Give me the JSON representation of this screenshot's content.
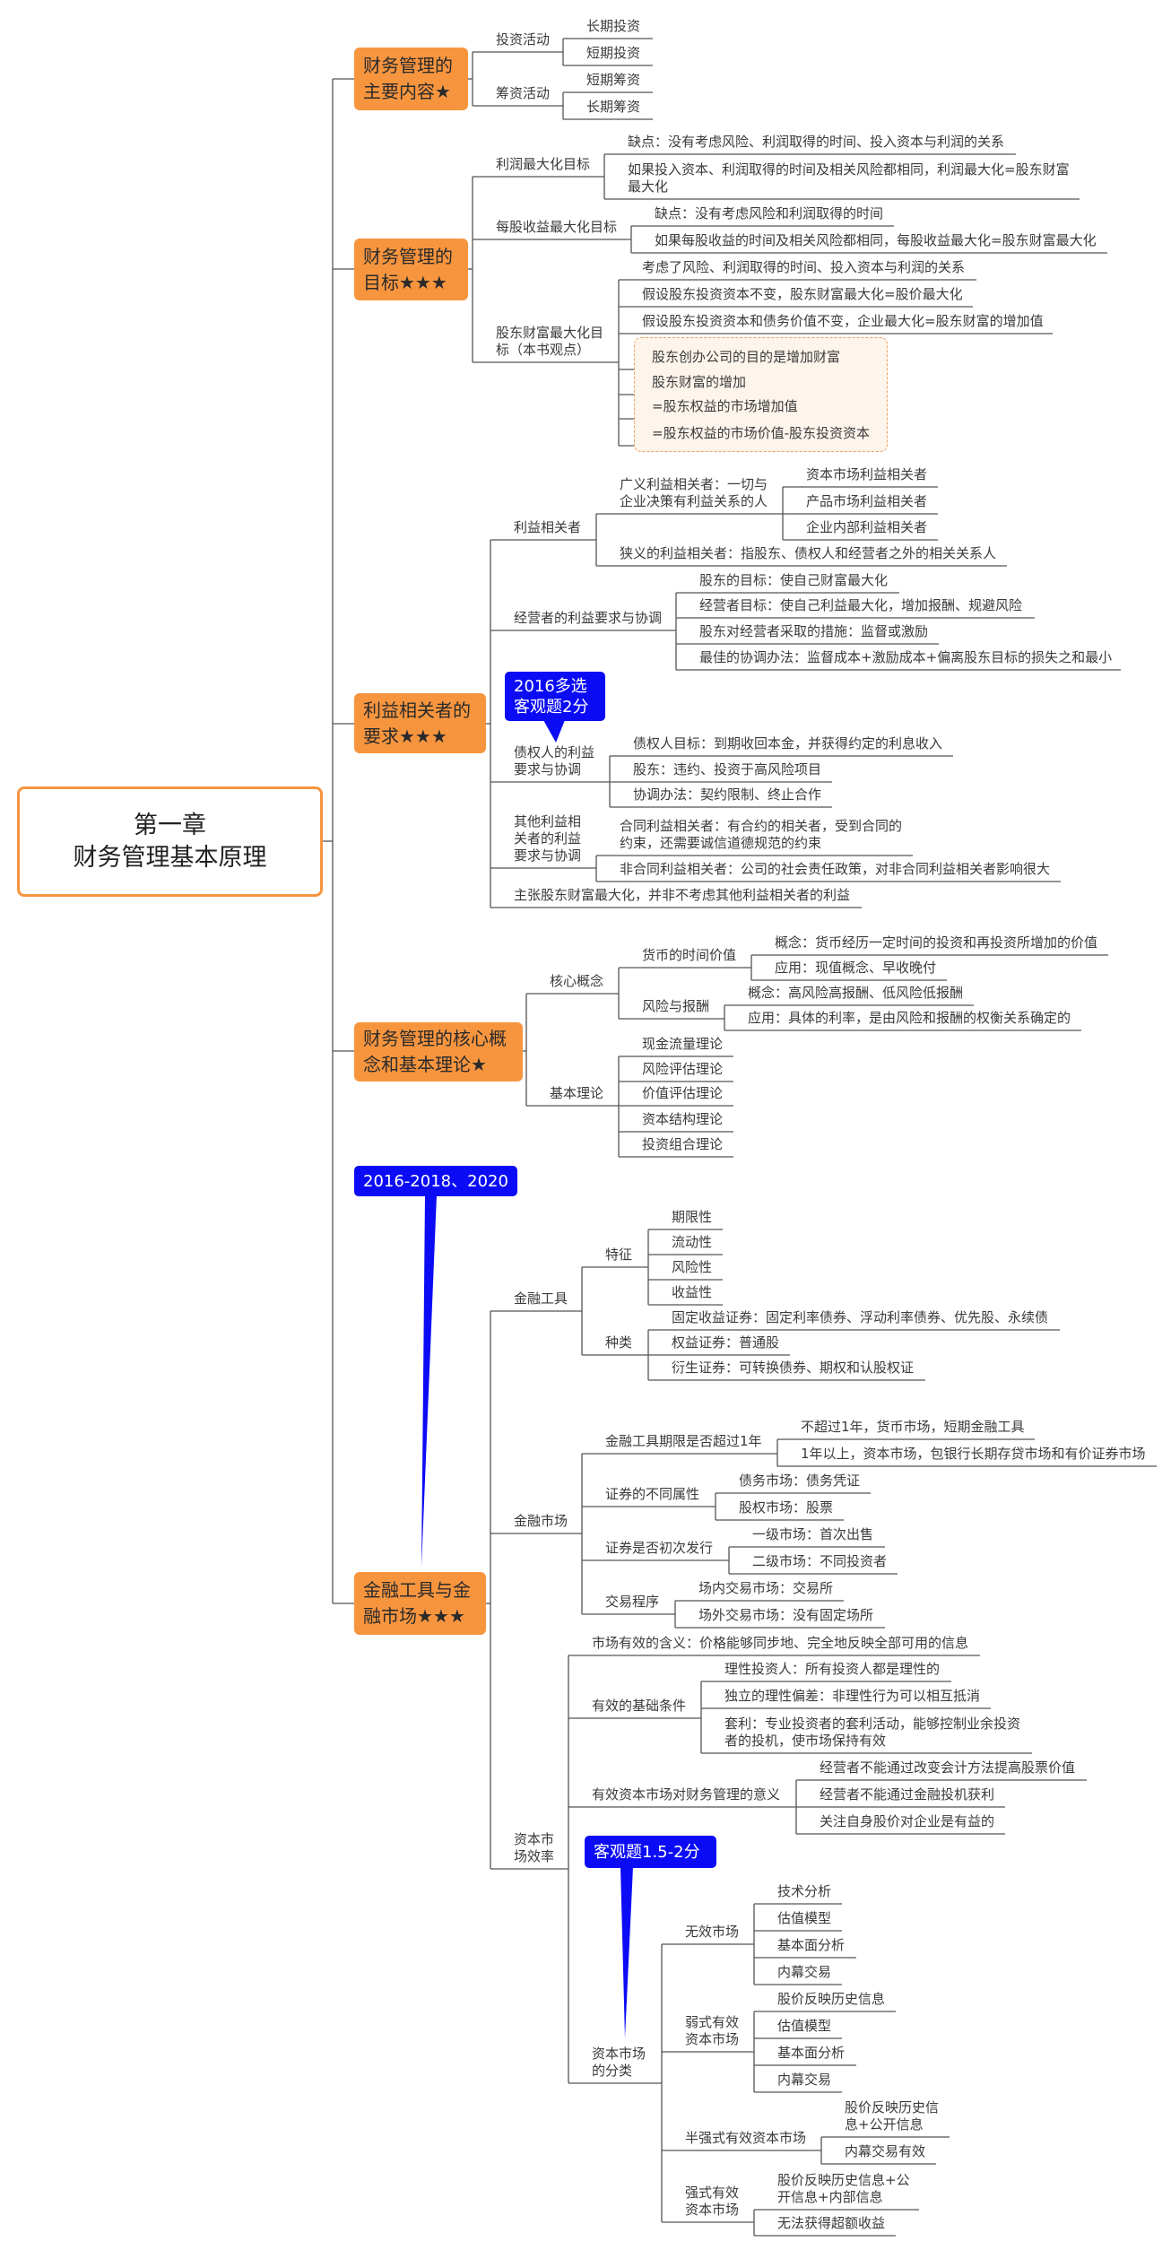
{
  "colors": {
    "branch_fill": "#f7953f",
    "root_border": "#f7953f",
    "callout_fill": "#0b0bf5",
    "line": "#555555",
    "summary_border": "#f0a060"
  },
  "root": {
    "line1": "第一章",
    "line2": "财务管理基本原理"
  },
  "callouts": [
    {
      "text": "2016多选\n客观题2分"
    },
    {
      "text": "2016-2018、2020"
    },
    {
      "text": "客观题1.5-2分"
    }
  ],
  "branches": [
    {
      "title": "财务管理的主要内容★",
      "children": [
        {
          "text": "投资活动",
          "children": [
            {
              "text": "长期投资"
            },
            {
              "text": "短期投资"
            }
          ]
        },
        {
          "text": "筹资活动",
          "children": [
            {
              "text": "短期筹资"
            },
            {
              "text": "长期筹资"
            }
          ]
        }
      ]
    },
    {
      "title": "财务管理的目标★★★",
      "children": [
        {
          "text": "利润最大化目标",
          "children": [
            {
              "text": "缺点：没有考虑风险、利润取得的时间、投入资本与利润的关系"
            },
            {
              "text": "如果投入资本、利润取得的时间及相关风险都相同，利润最大化=股东财富最大化"
            }
          ]
        },
        {
          "text": "每股收益最大化目标",
          "children": [
            {
              "text": "缺点：没有考虑风险和利润取得的时间"
            },
            {
              "text": "如果每股收益的时间及相关风险都相同，每股收益最大化=股东财富最大化"
            }
          ]
        },
        {
          "text": "股东财富最大化目标（本书观点）",
          "children": [
            {
              "text": "考虑了风险、利润取得的时间、投入资本与利润的关系"
            },
            {
              "text": "假设股东投资资本不变，股东财富最大化=股价最大化"
            },
            {
              "text": "假设股东投资资本和债务价值不变，企业最大化=股东财富的增加值"
            },
            {
              "text": "股东创办公司的目的是增加财富"
            },
            {
              "text": "股东财富的增加"
            },
            {
              "text": "=股东权益的市场增加值"
            },
            {
              "text": "=股东权益的市场价值-股东投资资本"
            }
          ]
        }
      ]
    },
    {
      "title": "利益相关者的要求★★★",
      "children": [
        {
          "text": "利益相关者",
          "children": [
            {
              "text": "广义利益相关者：一切与企业决策有利益关系的人",
              "children": [
                {
                  "text": "资本市场利益相关者"
                },
                {
                  "text": "产品市场利益相关者"
                },
                {
                  "text": "企业内部利益相关者"
                }
              ]
            },
            {
              "text": "狭义的利益相关者：指股东、债权人和经营者之外的相关关系人"
            }
          ]
        },
        {
          "text": "经营者的利益要求与协调",
          "children": [
            {
              "text": "股东的目标：使自己财富最大化"
            },
            {
              "text": "经营者目标：使自己利益最大化，增加报酬、规避风险"
            },
            {
              "text": "股东对经营者采取的措施：监督或激励"
            },
            {
              "text": "最佳的协调办法：监督成本+激励成本+偏离股东目标的损失之和最小"
            }
          ]
        },
        {
          "text": "债权人的利益要求与协调",
          "children": [
            {
              "text": "债权人目标：到期收回本金，并获得约定的利息收入"
            },
            {
              "text": "股东：违约、投资于高风险项目"
            },
            {
              "text": "协调办法：契约限制、终止合作"
            }
          ]
        },
        {
          "text": "其他利益相关者的利益要求与协调",
          "children": [
            {
              "text": "合同利益相关者：有合约的相关者，受到合同的约束，还需要诚信道德规范的约束"
            },
            {
              "text": "非合同利益相关者：公司的社会责任政策，对非合同利益相关者影响很大"
            }
          ]
        },
        {
          "text": "主张股东财富最大化，并非不考虑其他利益相关者的利益"
        }
      ]
    },
    {
      "title": "财务管理的核心概念和基本理论★",
      "children": [
        {
          "text": "核心概念",
          "children": [
            {
              "text": "货币的时间价值",
              "children": [
                {
                  "text": "概念：货币经历一定时间的投资和再投资所增加的价值"
                },
                {
                  "text": "应用：现值概念、早收晚付"
                }
              ]
            },
            {
              "text": "风险与报酬",
              "children": [
                {
                  "text": "概念：高风险高报酬、低风险低报酬"
                },
                {
                  "text": "应用：具体的利率，是由风险和报酬的权衡关系确定的"
                }
              ]
            }
          ]
        },
        {
          "text": "基本理论",
          "children": [
            {
              "text": "现金流量理论"
            },
            {
              "text": "风险评估理论"
            },
            {
              "text": "价值评估理论"
            },
            {
              "text": "资本结构理论"
            },
            {
              "text": "投资组合理论"
            }
          ]
        }
      ]
    },
    {
      "title": "金融工具与金融市场★★★",
      "children": [
        {
          "text": "金融工具",
          "children": [
            {
              "text": "特征",
              "children": [
                {
                  "text": "期限性"
                },
                {
                  "text": "流动性"
                },
                {
                  "text": "风险性"
                },
                {
                  "text": "收益性"
                }
              ]
            },
            {
              "text": "种类",
              "children": [
                {
                  "text": "固定收益证券：固定利率债券、浮动利率债券、优先股、永续债"
                },
                {
                  "text": "权益证券：普通股"
                },
                {
                  "text": "衍生证券：可转换债券、期权和认股权证"
                }
              ]
            }
          ]
        },
        {
          "text": "金融市场",
          "children": [
            {
              "text": "金融工具期限是否超过1年",
              "children": [
                {
                  "text": "不超过1年，货币市场，短期金融工具"
                },
                {
                  "text": "1年以上，资本市场，包银行长期存贷市场和有价证券市场"
                }
              ]
            },
            {
              "text": "证券的不同属性",
              "children": [
                {
                  "text": "债务市场：债务凭证"
                },
                {
                  "text": "股权市场：股票"
                }
              ]
            },
            {
              "text": "证券是否初次发行",
              "children": [
                {
                  "text": "一级市场：首次出售"
                },
                {
                  "text": "二级市场：不同投资者"
                }
              ]
            },
            {
              "text": "交易程序",
              "children": [
                {
                  "text": "场内交易市场：交易所"
                },
                {
                  "text": "场外交易市场：没有固定场所"
                }
              ]
            }
          ]
        },
        {
          "text": "资本市场效率",
          "children": [
            {
              "text": "市场有效的含义：价格能够同步地、完全地反映全部可用的信息"
            },
            {
              "text": "有效的基础条件",
              "children": [
                {
                  "text": "理性投资人：所有投资人都是理性的"
                },
                {
                  "text": "独立的理性偏差：非理性行为可以相互抵消"
                },
                {
                  "text": "套利：专业投资者的套利活动，能够控制业余投资者的投机，使市场保持有效"
                }
              ]
            },
            {
              "text": "有效资本市场对财务管理的意义",
              "children": [
                {
                  "text": "经营者不能通过改变会计方法提高股票价值"
                },
                {
                  "text": "经营者不能通过金融投机获利"
                },
                {
                  "text": "关注自身股价对企业是有益的"
                }
              ]
            },
            {
              "text": "资本市场的分类",
              "children": [
                {
                  "text": "无效市场",
                  "children": [
                    {
                      "text": "技术分析"
                    },
                    {
                      "text": "估值模型"
                    },
                    {
                      "text": "基本面分析"
                    },
                    {
                      "text": "内幕交易"
                    }
                  ]
                },
                {
                  "text": "弱式有效资本市场",
                  "children": [
                    {
                      "text": "股价反映历史信息"
                    },
                    {
                      "text": "估值模型"
                    },
                    {
                      "text": "基本面分析"
                    },
                    {
                      "text": "内幕交易"
                    }
                  ]
                },
                {
                  "text": "半强式有效资本市场",
                  "children": [
                    {
                      "text": "股价反映历史信息+公开信息"
                    },
                    {
                      "text": "内幕交易有效"
                    }
                  ]
                },
                {
                  "text": "强式有效资本市场",
                  "children": [
                    {
                      "text": "股价反映历史信息+公开信息+内部信息"
                    },
                    {
                      "text": "无法获得超额收益"
                    }
                  ]
                }
              ]
            }
          ]
        }
      ]
    }
  ]
}
